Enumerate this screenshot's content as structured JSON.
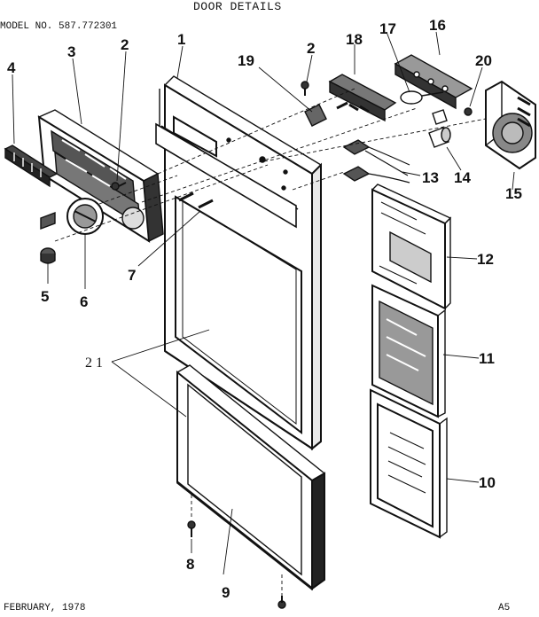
{
  "header": {
    "title": "DOOR DETAILS",
    "model": "MODEL NO. 587.772301"
  },
  "footer": {
    "date": "FEBRUARY, 1978",
    "page_code": "A5"
  },
  "callouts": {
    "c1": "1",
    "c2a": "2",
    "c2b": "2",
    "c3": "3",
    "c4": "4",
    "c5": "5",
    "c6": "6",
    "c7": "7",
    "c8": "8",
    "c9": "9",
    "c10": "10",
    "c11": "11",
    "c12": "12",
    "c13": "13",
    "c14": "14",
    "c15": "15",
    "c16": "16",
    "c17": "17",
    "c18": "18",
    "c19": "19",
    "c20": "20",
    "c21": "2 1"
  }
}
